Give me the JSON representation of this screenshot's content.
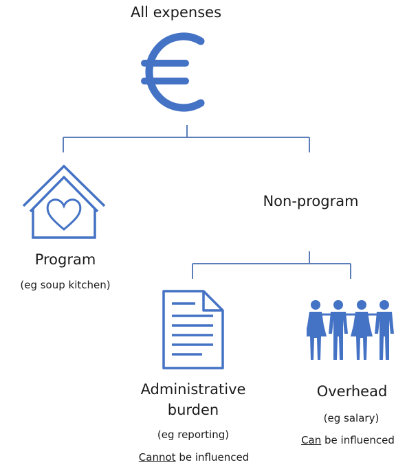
{
  "root": {
    "title": "All expenses",
    "icon": "euro-icon"
  },
  "program": {
    "label": "Program",
    "example": "(eg soup kitchen)",
    "icon": "house-heart-icon"
  },
  "non_program": {
    "label": "Non-program"
  },
  "administrative": {
    "label_line1": "Administrative",
    "label_line2": "burden",
    "example": "(eg reporting)",
    "note_emph": "Cannot",
    "note_rest": " be influenced",
    "icon": "document-icon"
  },
  "overhead": {
    "label": "Overhead",
    "example": "(eg salary)",
    "note_emph": "Can",
    "note_rest": " be influenced",
    "icon": "people-icon"
  },
  "colors": {
    "accent": "#4472C4",
    "line": "#5B7DB8",
    "text": "#1a1a1a"
  }
}
